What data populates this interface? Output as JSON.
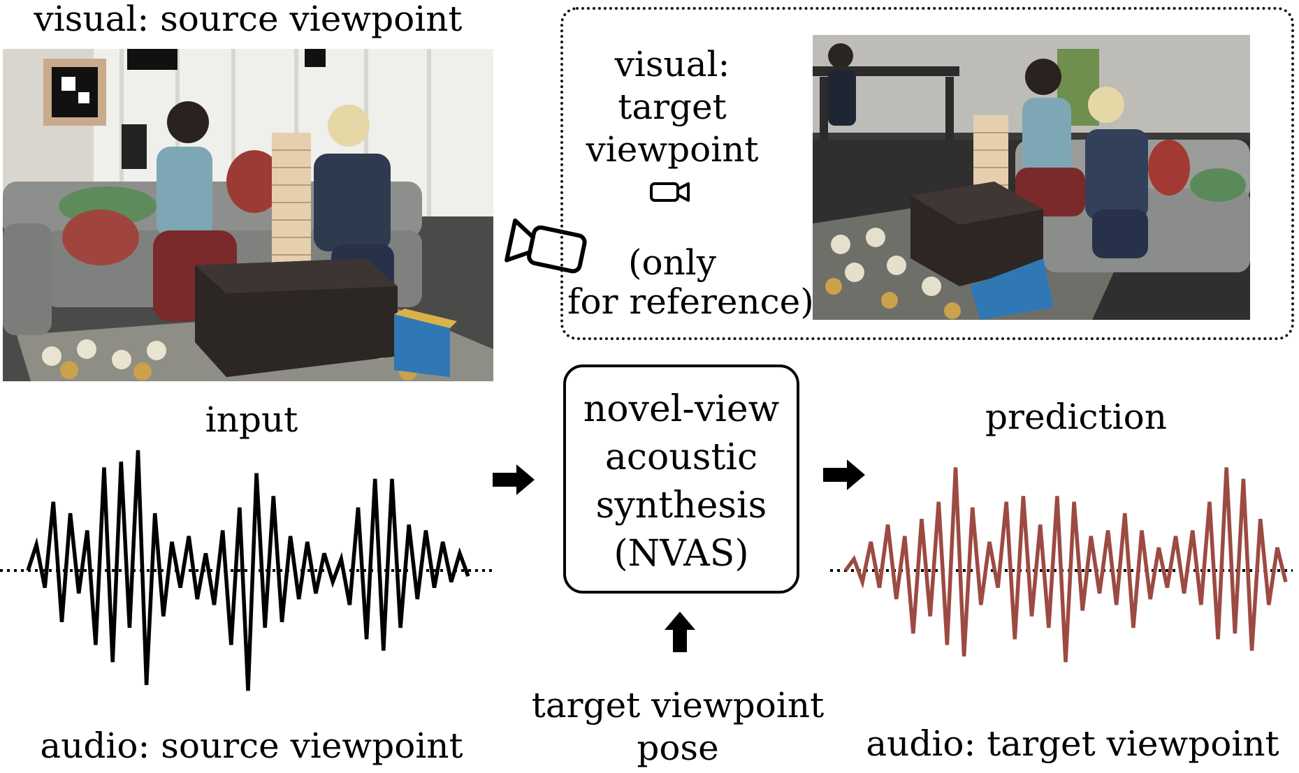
{
  "labels": {
    "visual_source": "visual: source viewpoint",
    "visual_target_line1": "visual:",
    "visual_target_line2": "target",
    "visual_target_line3": "viewpoint",
    "reference_line1": "(only",
    "reference_line2": "for reference)",
    "input": "input",
    "audio_source": "audio: source viewpoint",
    "prediction": "prediction",
    "audio_target": "audio: target viewpoint",
    "pose_line1": "target viewpoint",
    "pose_line2": "pose"
  },
  "nvas_box": {
    "line1": "novel-view",
    "line2": "acoustic",
    "line3": "synthesis",
    "line4": "(NVAS)"
  },
  "icons": {
    "camera_large": "video-camera-icon",
    "camera_small": "video-camera-icon",
    "arrow_right_1": "arrow-right-icon",
    "arrow_right_2": "arrow-right-icon",
    "arrow_up": "arrow-up-icon"
  },
  "colors": {
    "input_wave": "#000000",
    "prediction_wave": "#9c4a42",
    "dotted_baseline": "#000000"
  },
  "waveforms": {
    "input_amplitudes": [
      0,
      0.45,
      -0.3,
      1.2,
      -0.9,
      1.0,
      -0.4,
      0.7,
      -1.3,
      1.8,
      -1.6,
      1.9,
      -1.0,
      2.1,
      -2.0,
      1.0,
      -0.8,
      0.5,
      -0.3,
      0.6,
      -0.5,
      0.3,
      -0.6,
      0.7,
      -1.3,
      1.1,
      -2.1,
      1.7,
      -1.0,
      1.3,
      -0.9,
      0.6,
      -0.5,
      0.5,
      -0.4,
      0.3,
      -0.2,
      0.2,
      -0.6,
      1.1,
      -1.2,
      1.6,
      -1.4,
      1.6,
      -1.0,
      0.8,
      -0.5,
      0.7,
      -0.3,
      0.5,
      -0.2,
      0.3,
      -0.1
    ],
    "prediction_amplitudes": [
      0,
      0.2,
      -0.2,
      0.5,
      -0.3,
      0.8,
      -0.5,
      0.6,
      -1.1,
      0.9,
      -0.8,
      1.2,
      -1.3,
      1.8,
      -1.5,
      1.1,
      -0.6,
      0.5,
      -0.3,
      1.2,
      -1.2,
      1.3,
      -0.8,
      0.8,
      -1.0,
      1.3,
      -1.6,
      1.2,
      -0.7,
      0.6,
      -0.4,
      0.7,
      -0.6,
      1.0,
      -1.0,
      0.7,
      -0.5,
      0.4,
      -0.3,
      0.6,
      -0.4,
      0.7,
      -0.6,
      1.2,
      -1.2,
      1.8,
      -1.1,
      1.6,
      -1.4,
      0.9,
      -0.6,
      0.4,
      -0.2
    ]
  }
}
